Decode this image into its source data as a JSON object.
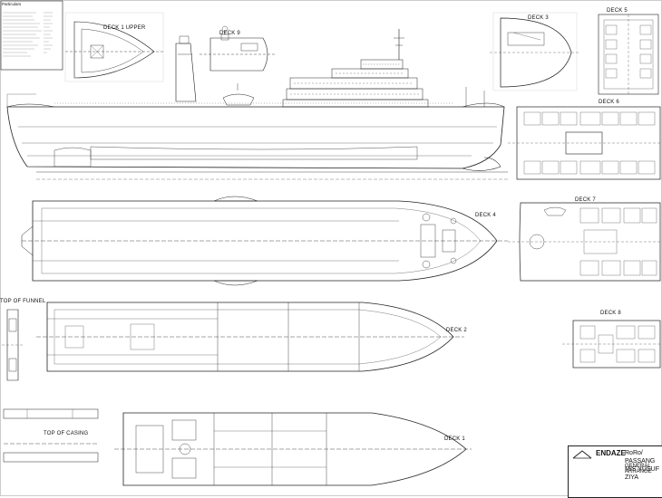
{
  "drawing": {
    "views": {
      "deck1_upper": "DECK 1 UPPER",
      "deck9": "DECK 9",
      "deck3": "DECK 3",
      "deck5": "DECK 5",
      "deck6": "DECK 6",
      "deck7": "DECK 7",
      "deck4": "DECK 4",
      "deck8": "DECK 8",
      "deck2": "DECK 2",
      "deck1": "DECK 1",
      "top_of_funnel": "TOP OF FUNNEL",
      "top_of_casing": "TOP OF CASING"
    },
    "particulars_title": "Particulars"
  },
  "title_block": {
    "company": "ENDAZE",
    "ship_line1": "RoRo/ PASSANG",
    "ship_line2": "M/S YUSUF ZIYA",
    "drawing_title": "GENERAL ARRANGE"
  },
  "colors": {
    "line": "#222222",
    "paper": "#ffffff"
  }
}
